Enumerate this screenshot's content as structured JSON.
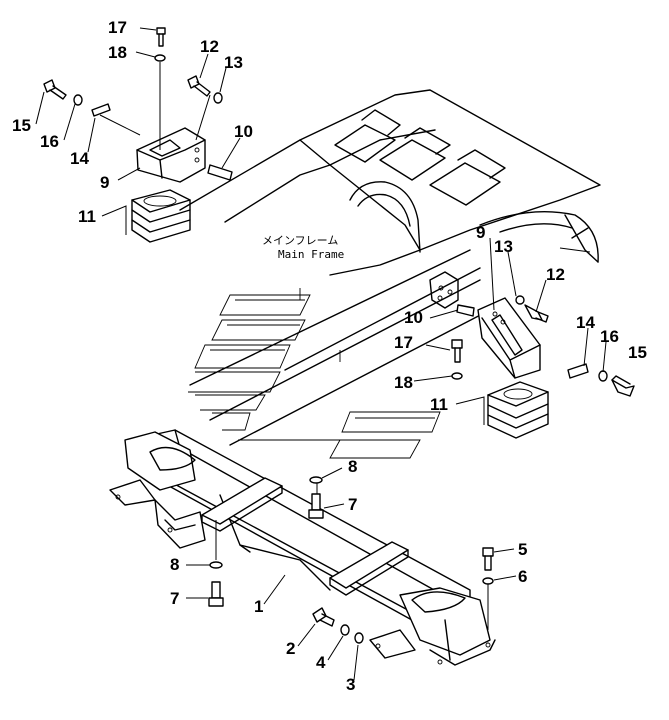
{
  "diagram": {
    "frame_label_jp": "メインフレーム",
    "frame_label_en": "Main Frame",
    "callouts": {
      "c17a": "17",
      "c18a": "18",
      "c12a": "12",
      "c13a": "13",
      "c15a": "15",
      "c16a": "16",
      "c14a": "14",
      "c10a": "10",
      "c9a": "9",
      "c11a": "11",
      "c9b": "9",
      "c13b": "13",
      "c12b": "12",
      "c10b": "10",
      "c14b": "14",
      "c16b": "16",
      "c15b": "15",
      "c17b": "17",
      "c18b": "18",
      "c11b": "11",
      "c8a": "8",
      "c7a": "7",
      "c8b": "8",
      "c7b": "7",
      "c1": "1",
      "c5": "5",
      "c6": "6",
      "c2": "2",
      "c4": "4",
      "c3": "3"
    }
  }
}
